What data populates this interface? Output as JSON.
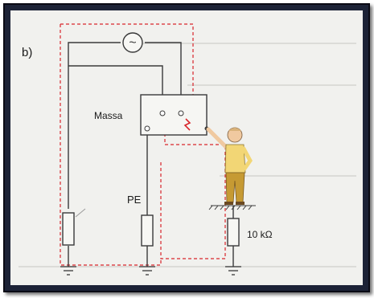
{
  "figure": {
    "panel_label": "b)",
    "source_symbol": "~",
    "body_label": "Massa",
    "pe_label": "PE",
    "resistor_value": "10 kΩ"
  },
  "colors": {
    "frame": "#1c2236",
    "background": "#f1f1ee",
    "circuit": "#3a3a3a",
    "fault_path": "#d9262c",
    "person_shirt": "#f2d675",
    "person_trousers": "#c69a33",
    "person_skin": "#f0c9a0"
  },
  "icons": {
    "ac_source": "ac-source-icon",
    "person": "person-touching-enclosure-icon",
    "ground": "ground-symbol-icon",
    "spark": "fault-spark-icon"
  }
}
